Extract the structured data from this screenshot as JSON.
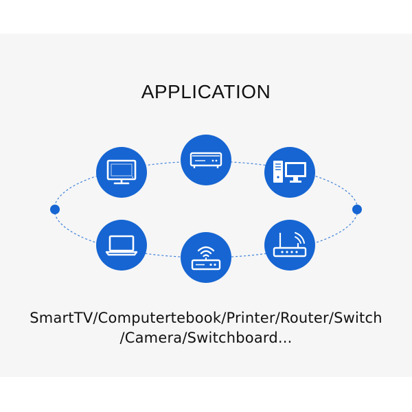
{
  "heading": "APPLICATION",
  "caption": {
    "line1": "SmartTV/Computertebook/Printer/Router/Switch",
    "line2": "/Camera/Switchboard..."
  },
  "devices": [
    {
      "icon": "tv-icon"
    },
    {
      "icon": "set-top-box-icon"
    },
    {
      "icon": "desktop-computer-icon"
    },
    {
      "icon": "laptop-icon"
    },
    {
      "icon": "wifi-router-icon"
    },
    {
      "icon": "router-icon"
    }
  ],
  "colors": {
    "accent": "#1665d2",
    "panel": "#f6f6f6",
    "text": "#111111"
  }
}
